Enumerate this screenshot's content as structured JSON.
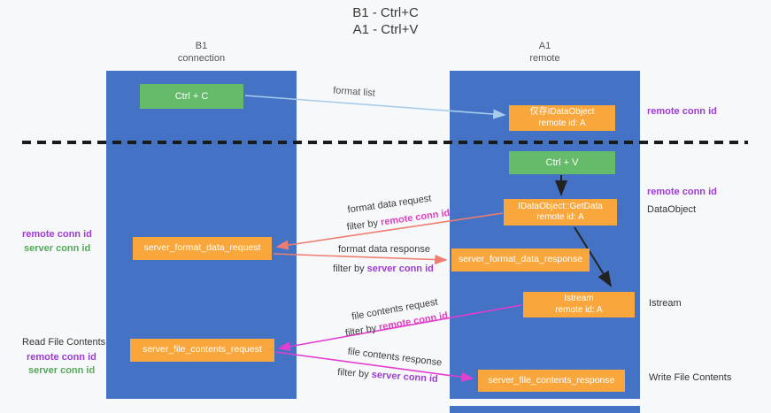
{
  "title": {
    "line1": "B1 - Ctrl+C",
    "line2": "A1 - Ctrl+V"
  },
  "lanes": {
    "left": {
      "name": "B1",
      "subtitle": "connection"
    },
    "right": {
      "name": "A1",
      "subtitle": "remote"
    }
  },
  "nodes": {
    "ctrl_c": {
      "label": "Ctrl + C"
    },
    "ctrl_v": {
      "label": "Ctrl + V"
    },
    "idataobject_stub": {
      "line1": "仅存IDataObject",
      "line2": "remote id: A"
    },
    "getdata": {
      "line1": "IDataObject::GetData",
      "line2": "remote id: A"
    },
    "istream": {
      "line1": "Istream",
      "line2": "remote id: A"
    },
    "format_request": {
      "label": "server_format_data_request"
    },
    "format_response": {
      "label": "server_format_data_response"
    },
    "file_request": {
      "label": "server_file_contents_request"
    },
    "file_response": {
      "label": "server_file_contents_response"
    }
  },
  "edge_labels": {
    "format_list": "format list",
    "format_data_request": "format data request",
    "format_data_response": "format data response",
    "file_contents_request": "file contents request",
    "file_contents_response": "file contents response",
    "filter_by": "filter by",
    "remote_conn_id": "remote conn id",
    "server_conn_id": "server conn id"
  },
  "side_labels": {
    "remote_conn_id": "remote conn id",
    "server_conn_id": "server conn id",
    "dataobject": "DataObject",
    "istream": "Istream",
    "read_file_contents": "Read File Contents",
    "write_file_contents": "Write File Contents"
  },
  "colors": {
    "lane_blue": "#4472c4",
    "node_green": "#66bb6a",
    "node_orange": "#f9a73c",
    "arrow_light_blue": "#a8cdec",
    "arrow_black": "#222222",
    "arrow_salmon": "#ef7d70",
    "arrow_magenta": "#e23ed0",
    "text_purple": "#9d3bd3",
    "text_magenta": "#e23ec0",
    "text_green": "#55a85a"
  }
}
